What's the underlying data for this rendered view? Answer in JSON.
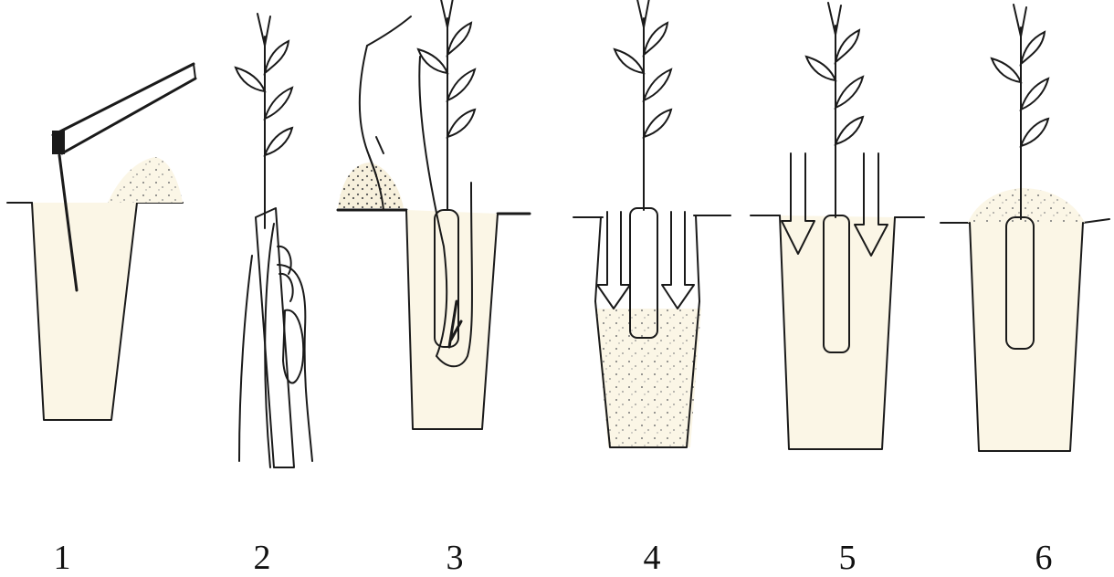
{
  "steps": [
    {
      "label": "1"
    },
    {
      "label": "2"
    },
    {
      "label": "3"
    },
    {
      "label": "4"
    },
    {
      "label": "5"
    },
    {
      "label": "6"
    }
  ]
}
